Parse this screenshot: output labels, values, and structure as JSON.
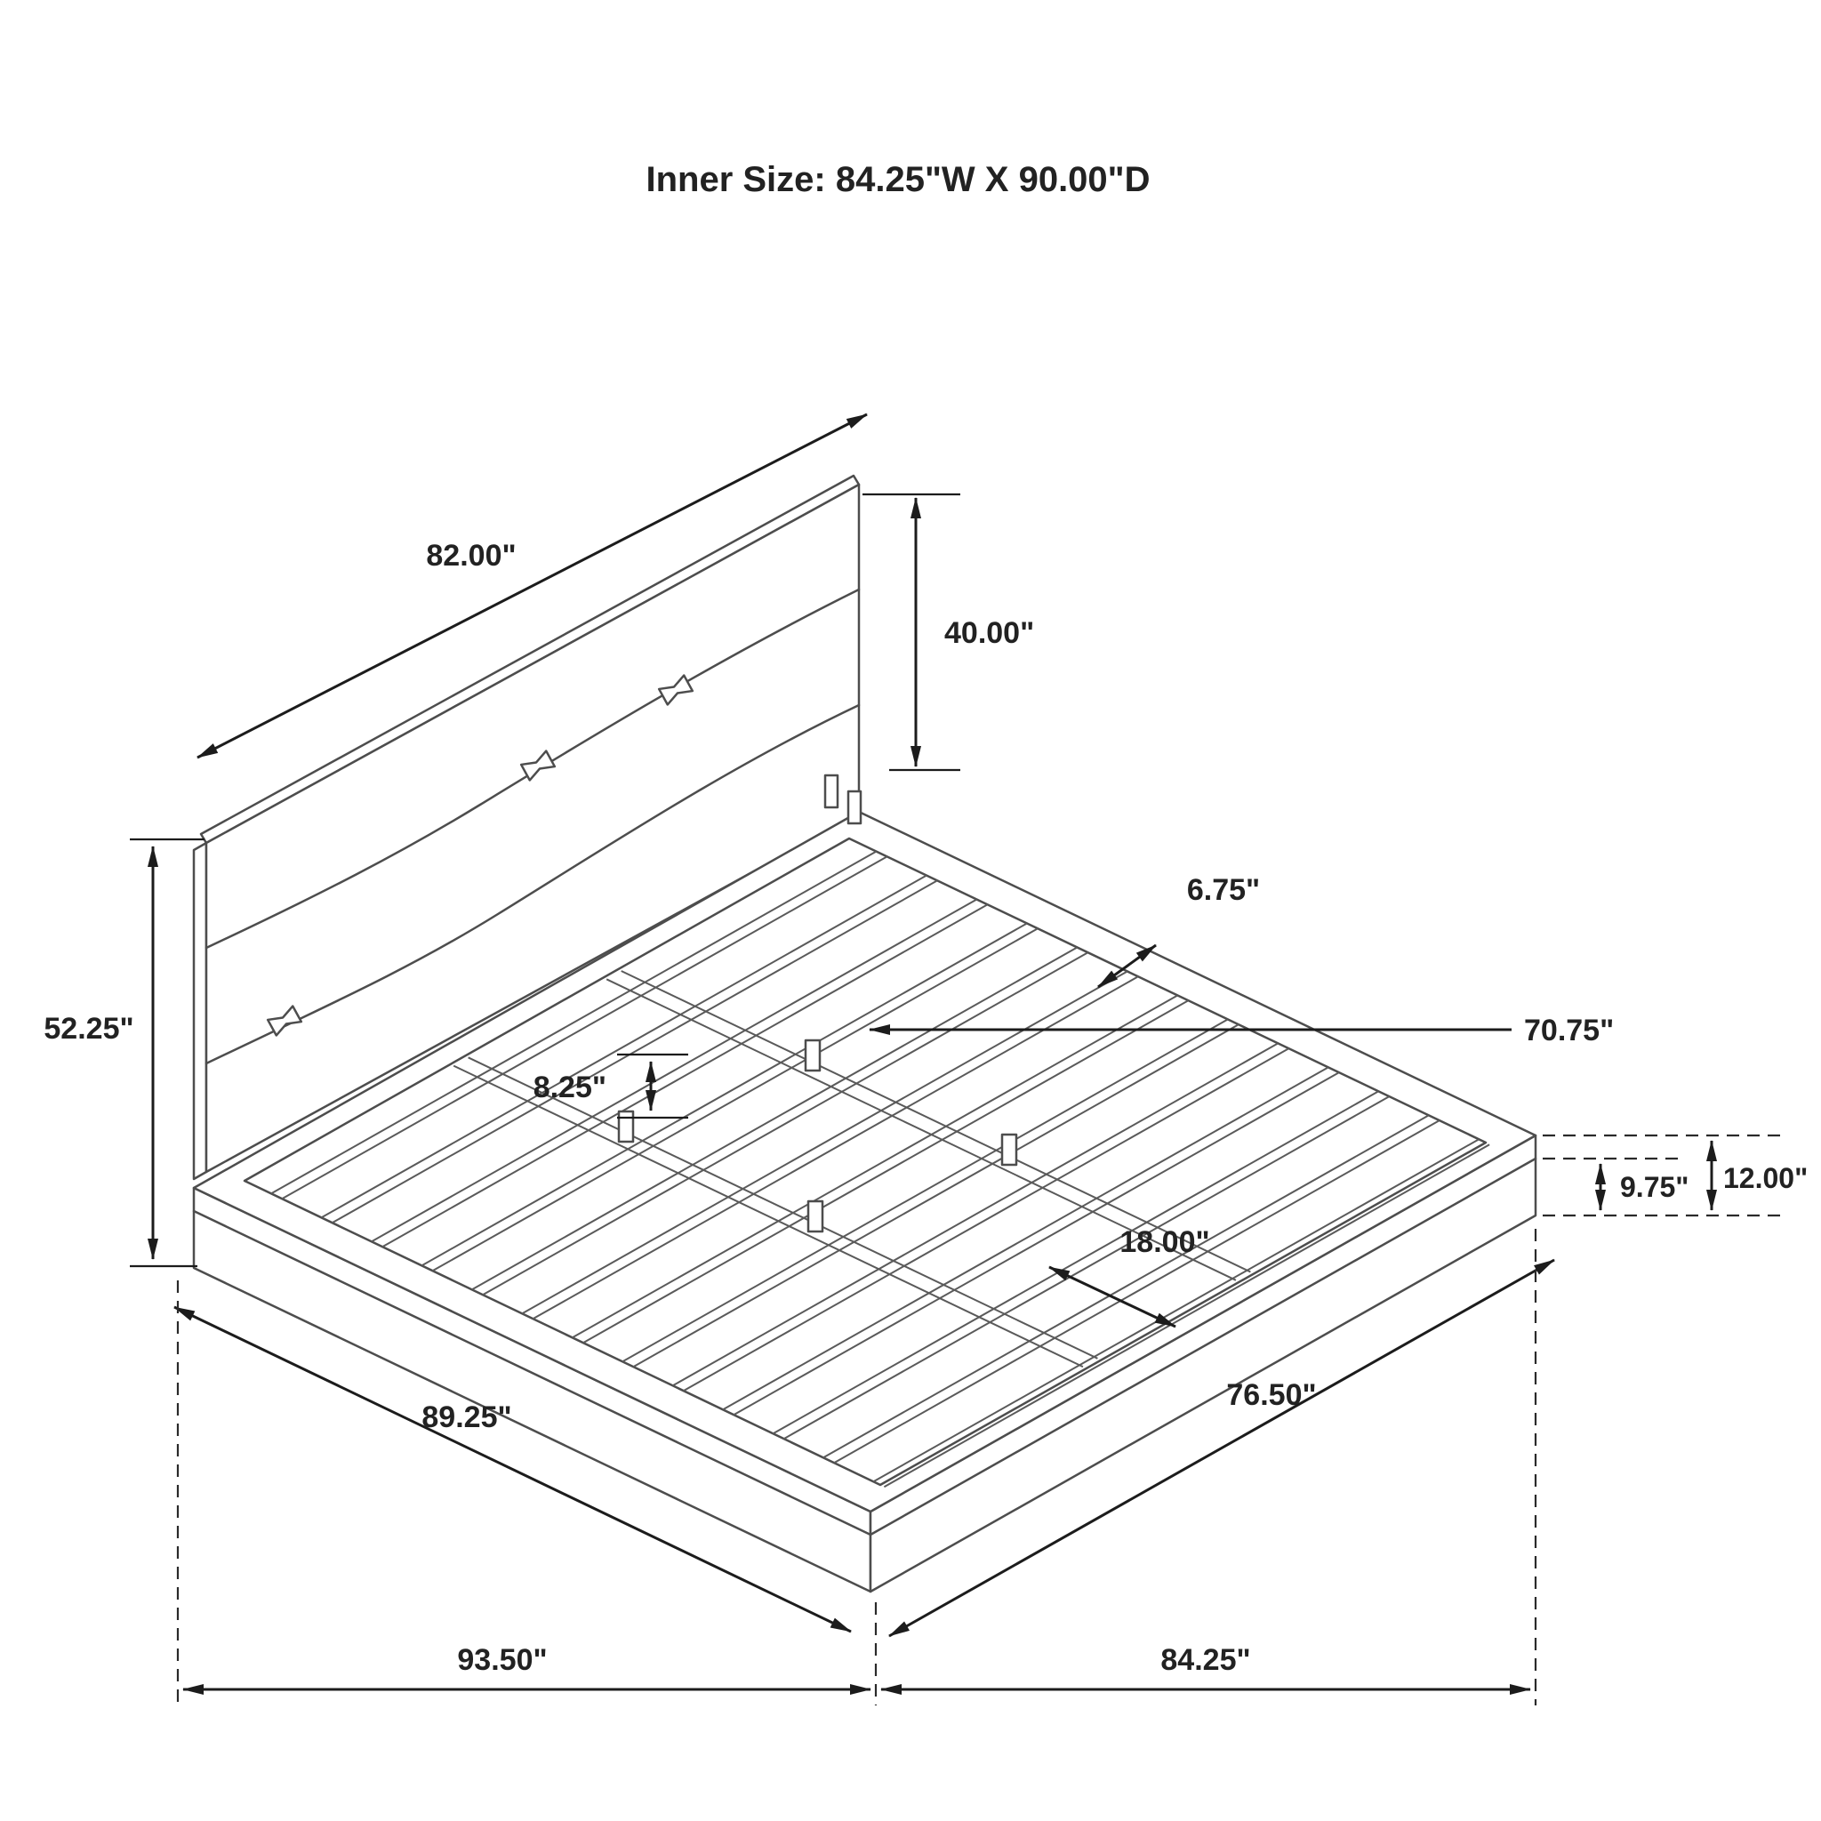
{
  "title": "Inner Size: 84.25\"W X 90.00\"D",
  "diagram": {
    "subject": "platform-bed-isometric-dimension-drawing",
    "labels": {
      "headboard_width": "82.00\"",
      "headboard_panel_height": "40.00\"",
      "headboard_total_height": "52.25\"",
      "slat_spacing": "6.75\"",
      "slat_length": "70.75\"",
      "center_support_height": "8.25\"",
      "base_height": "9.75\"",
      "platform_height": "12.00\"",
      "base_inset": "18.00\"",
      "platform_side_length": "89.25\"",
      "platform_foot_width": "76.50\"",
      "overall_depth": "93.50\"",
      "overall_width": "84.25\""
    },
    "colors": {
      "line": "#4d4d4d",
      "dimension": "#1c1c1c",
      "text": "#222222",
      "background": "#ffffff"
    }
  }
}
